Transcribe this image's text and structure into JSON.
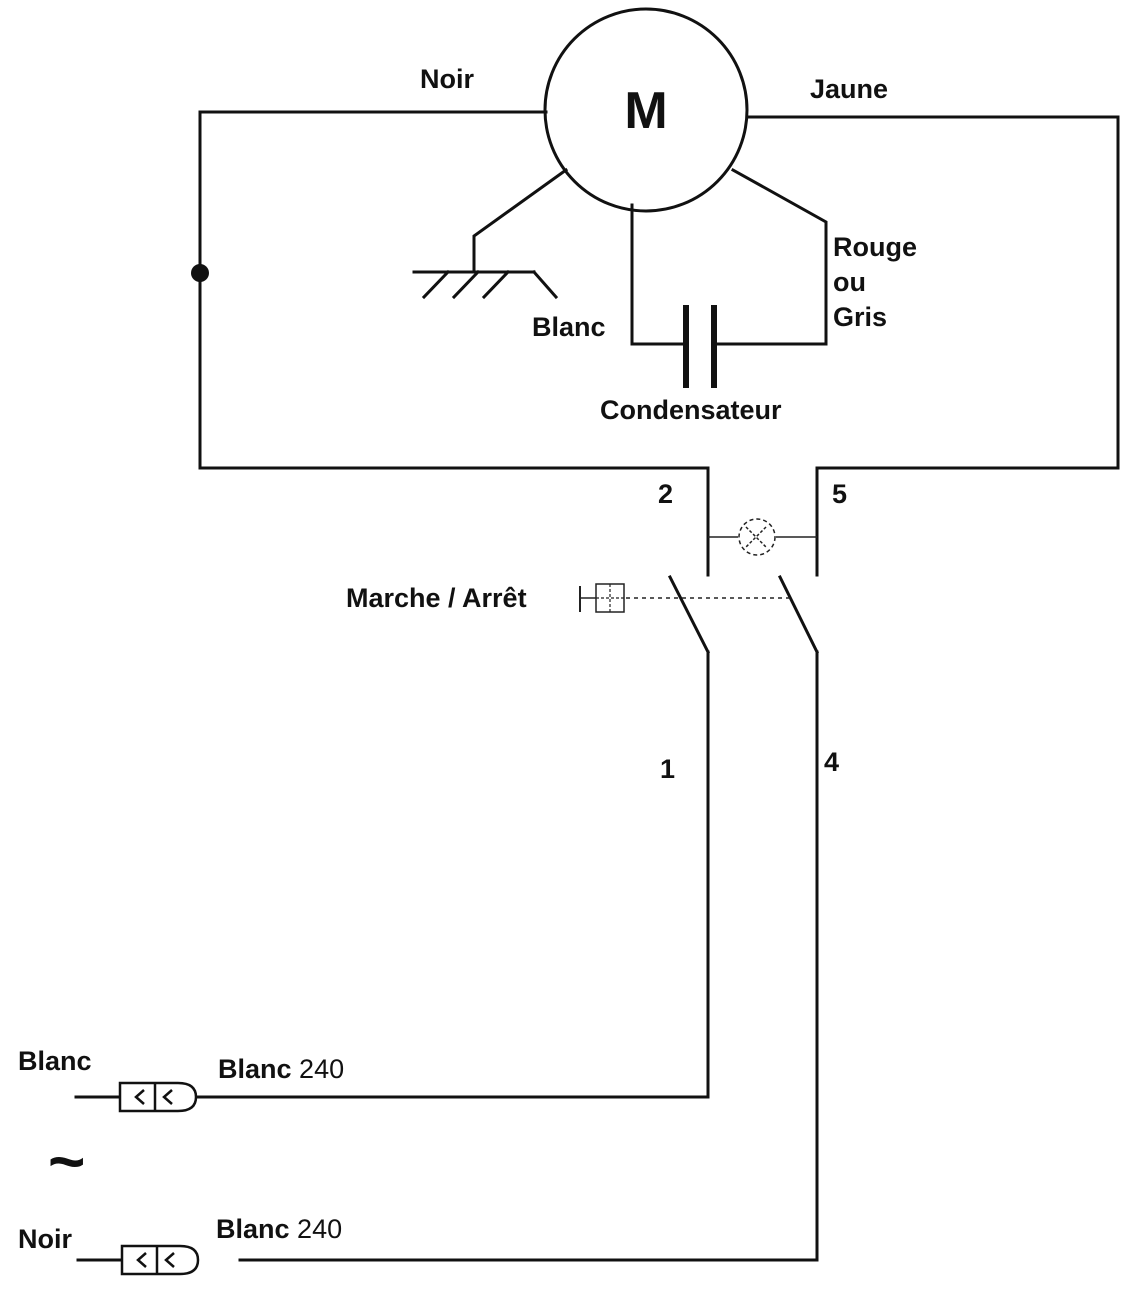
{
  "motor": {
    "symbol": "M"
  },
  "wires": {
    "noir_top": "Noir",
    "jaune": "Jaune",
    "blanc_motor": "Blanc",
    "rouge_line1": "Rouge",
    "rouge_line2": "ou",
    "rouge_line3": "Gris"
  },
  "capacitor": {
    "label": "Condensateur"
  },
  "switch": {
    "label": "Marche / Arrêt",
    "terminals": {
      "t2": "2",
      "t5": "5",
      "t1": "1",
      "t4": "4"
    }
  },
  "supply": {
    "phase_label": "Blanc",
    "neutral_label": "Noir",
    "ac_symbol": "~",
    "plug_top": {
      "wire": "Blanc",
      "voltage": "240"
    },
    "plug_bottom": {
      "wire": "Blanc",
      "voltage": "240"
    }
  }
}
